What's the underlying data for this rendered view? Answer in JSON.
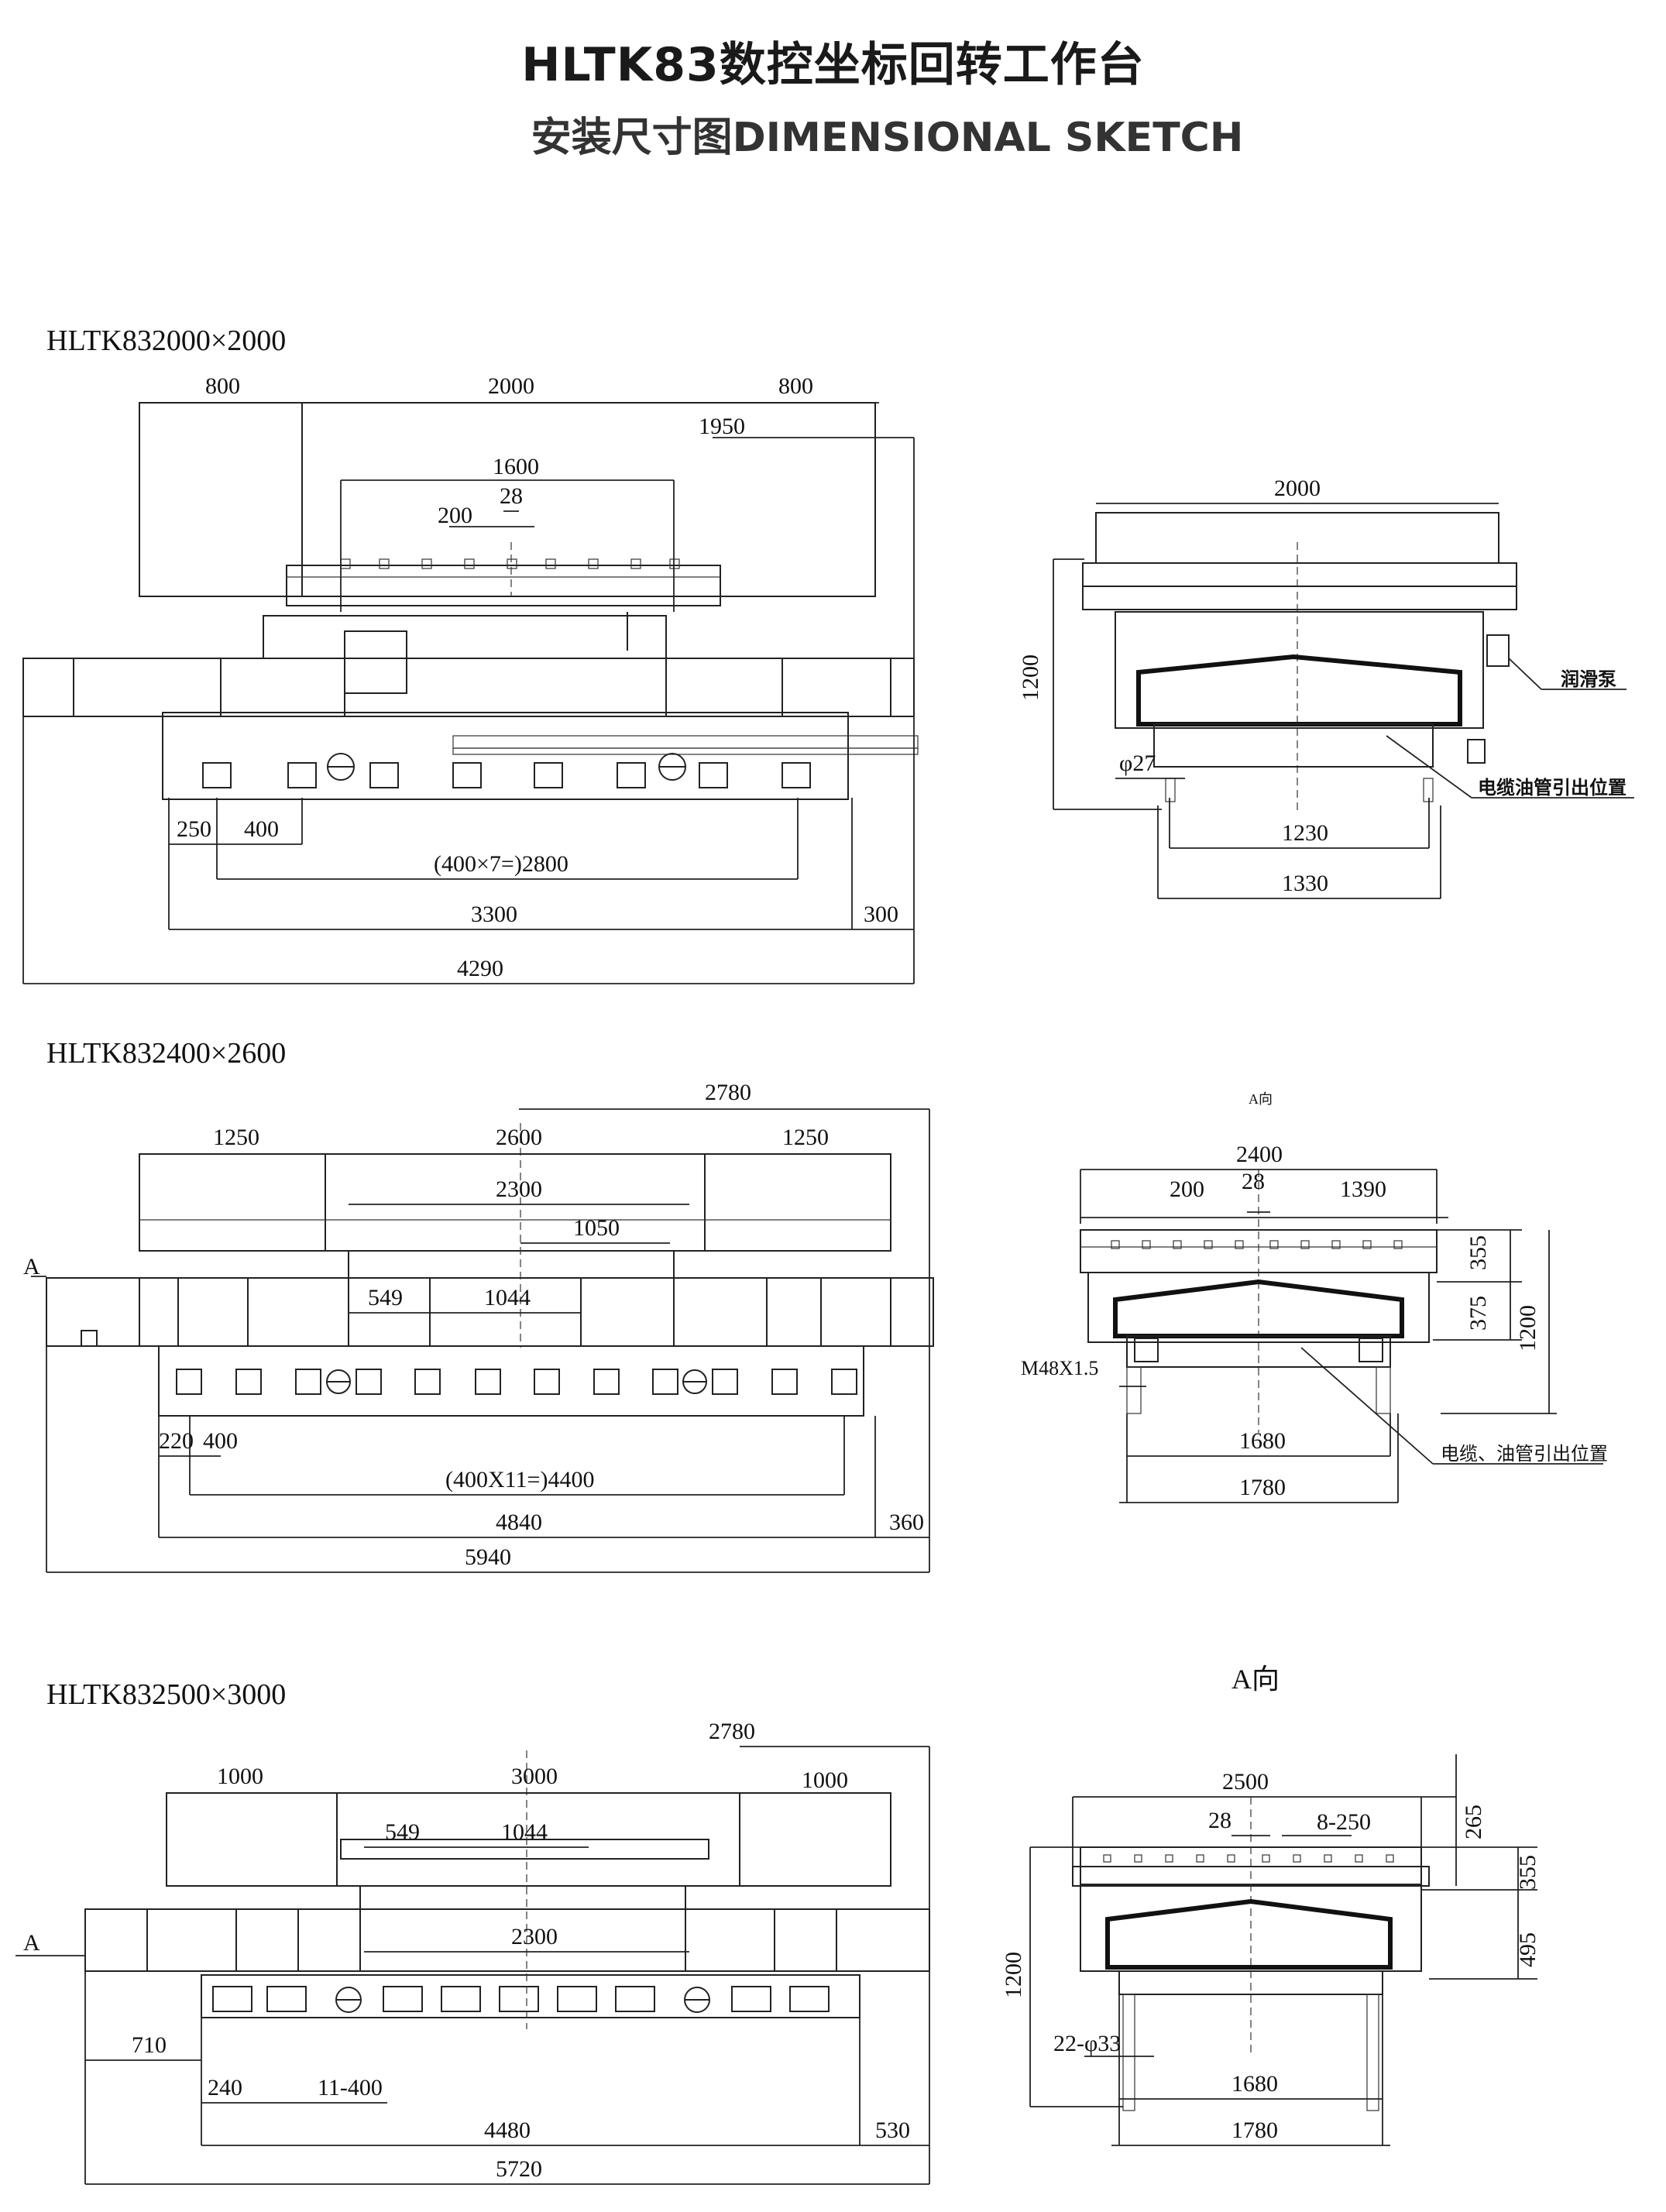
{
  "title": {
    "main": "HLTK83数控坐标回转工作台",
    "sub": "安装尺寸图DIMENSIONAL SKETCH"
  },
  "models": [
    {
      "name": "HLTK832000×2000",
      "dims": {
        "left": "800",
        "table": "2000",
        "right": "800",
        "d1950": "1950",
        "d1600": "1600",
        "d28": "28",
        "d200": "200",
        "d250": "250",
        "d400": "400",
        "pitch": "(400×7=)2800",
        "d3300": "3300",
        "d300": "300",
        "total": "4290"
      },
      "side": {
        "top": "2000",
        "height": "1200",
        "bolt": "φ27",
        "d1230": "1230",
        "d1330": "1330",
        "pump": "润滑泵",
        "cable": "电缆油管引出位置"
      }
    },
    {
      "name": "HLTK832400×2600",
      "dims": {
        "left": "1250",
        "table": "2600",
        "right": "1250",
        "d2780": "2780",
        "d2300": "2300",
        "d1050": "1050",
        "d549": "549",
        "d1044": "1044",
        "d220": "220",
        "d400": "400",
        "pitch": "(400X11=)4400",
        "d4840": "4840",
        "d360": "360",
        "total": "5940",
        "arrow": "A"
      },
      "side": {
        "view": "A向",
        "top": "2400",
        "d200": "200",
        "d28": "28",
        "d1390": "1390",
        "d355": "355",
        "d375": "375",
        "height": "1200",
        "bolt": "M48X1.5",
        "d1680": "1680",
        "d1780": "1780",
        "cable": "电缆、油管引出位置"
      }
    },
    {
      "name": "HLTK832500×3000",
      "dims": {
        "left": "1000",
        "table": "3000",
        "right": "1000",
        "d2780": "2780",
        "d549": "549",
        "d1044": "1044",
        "d2300": "2300",
        "d710": "710",
        "d240": "240",
        "pitch": "11-400",
        "d4480": "4480",
        "d530": "530",
        "total": "5720",
        "arrow": "A"
      },
      "side": {
        "view": "A向",
        "top": "2500",
        "d28": "28",
        "slots": "8-250",
        "d265": "265",
        "d355": "355",
        "d495": "495",
        "height": "1200",
        "bolt": "22-φ33",
        "d1680": "1680",
        "d1780": "1780"
      }
    }
  ]
}
